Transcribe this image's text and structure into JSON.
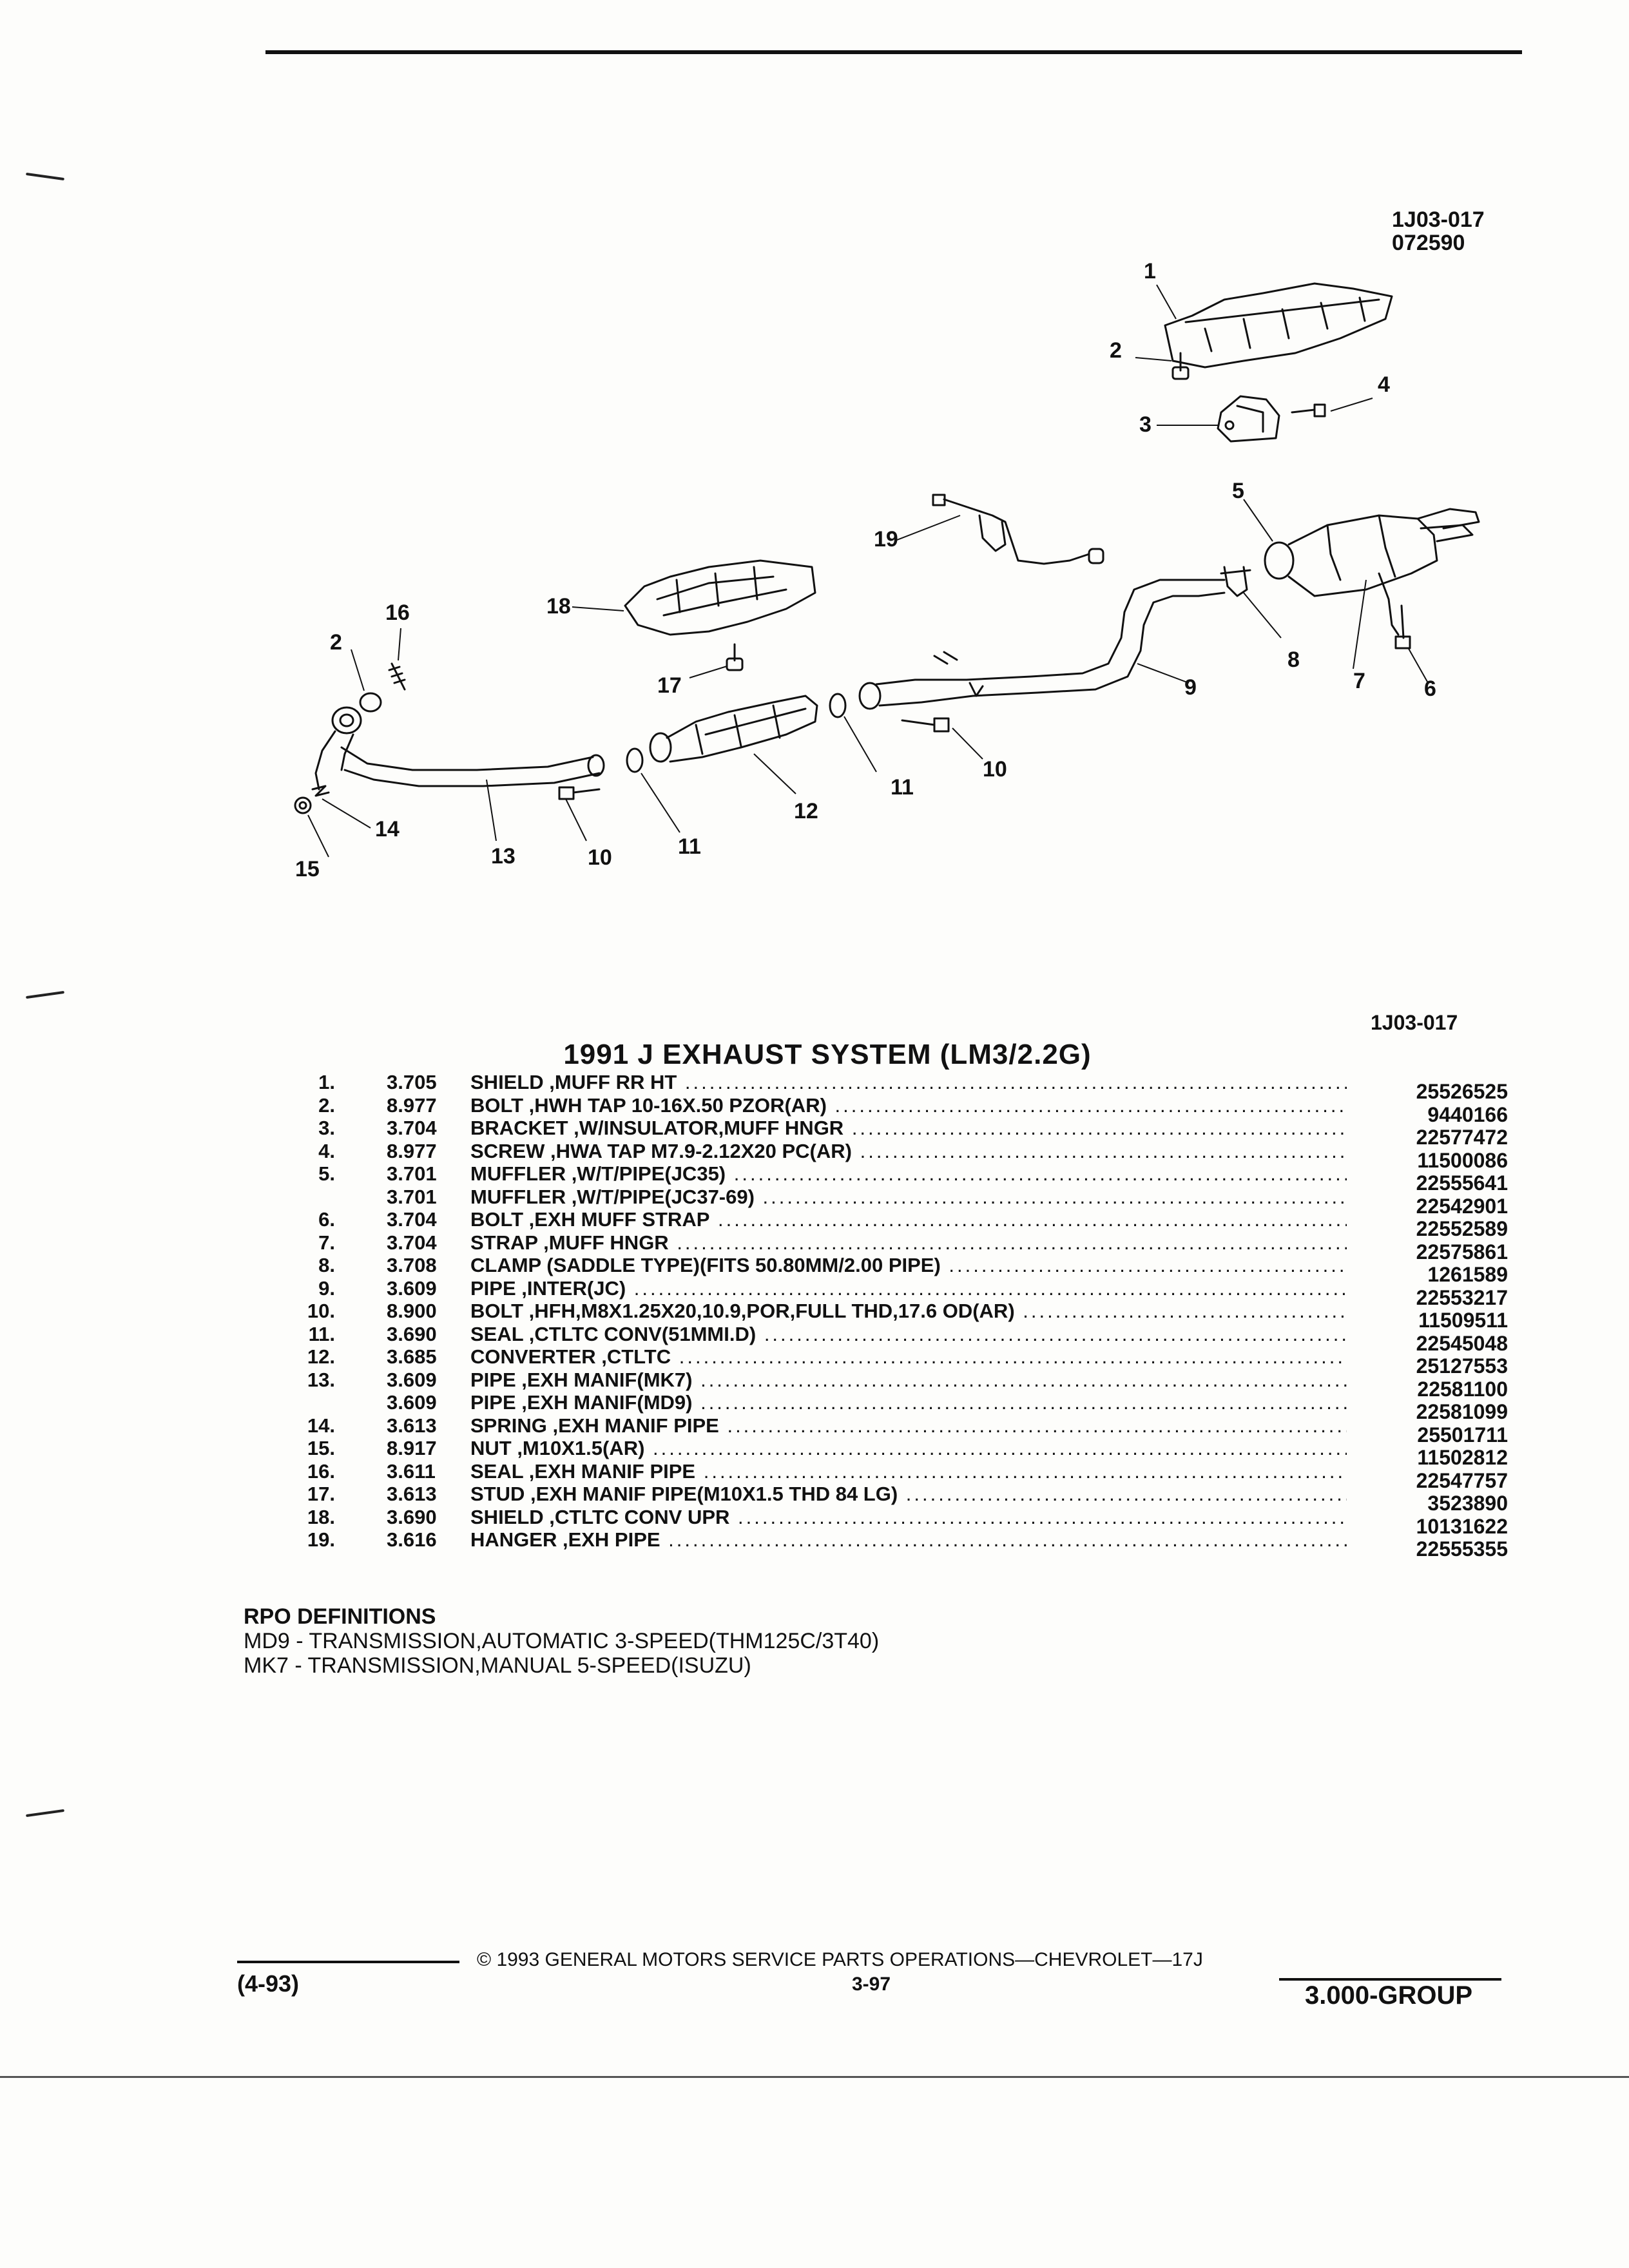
{
  "header": {
    "illustration_code": "1J03-017",
    "illustration_date": "072590"
  },
  "diagram": {
    "callouts": [
      "1",
      "2",
      "3",
      "4",
      "5",
      "19",
      "18",
      "17",
      "16",
      "2",
      "15",
      "14",
      "13",
      "10",
      "11",
      "12",
      "11",
      "10",
      "9",
      "8",
      "7",
      "6"
    ]
  },
  "figure_ref": "1J03-017",
  "title": "1991 J EXHAUST SYSTEM (LM3/2.2G)",
  "parts": [
    {
      "ref": "1.",
      "group": "3.705",
      "desc": "SHIELD ,MUFF RR HT",
      "part": "25526525"
    },
    {
      "ref": "2.",
      "group": "8.977",
      "desc": "BOLT ,HWH TAP 10-16X.50 PZOR(AR)",
      "part": "9440166"
    },
    {
      "ref": "3.",
      "group": "3.704",
      "desc": "BRACKET ,W/INSULATOR,MUFF HNGR",
      "part": "22577472"
    },
    {
      "ref": "4.",
      "group": "8.977",
      "desc": "SCREW ,HWA TAP M7.9-2.12X20 PC(AR)",
      "part": "11500086"
    },
    {
      "ref": "5.",
      "group": "3.701",
      "desc": "MUFFLER ,W/T/PIPE(JC35)",
      "part": "22555641"
    },
    {
      "ref": "",
      "group": "3.701",
      "desc": "MUFFLER ,W/T/PIPE(JC37-69)",
      "part": "22542901"
    },
    {
      "ref": "6.",
      "group": "3.704",
      "desc": "BOLT ,EXH MUFF STRAP",
      "part": "22552589"
    },
    {
      "ref": "7.",
      "group": "3.704",
      "desc": "STRAP ,MUFF HNGR",
      "part": "22575861"
    },
    {
      "ref": "8.",
      "group": "3.708",
      "desc": "CLAMP (SADDLE TYPE)(FITS 50.80MM/2.00 PIPE)",
      "part": "1261589"
    },
    {
      "ref": "9.",
      "group": "3.609",
      "desc": "PIPE ,INTER(JC)",
      "part": "22553217"
    },
    {
      "ref": "10.",
      "group": "8.900",
      "desc": "BOLT ,HFH,M8X1.25X20,10.9,POR,FULL THD,17.6 OD(AR)",
      "part": "11509511"
    },
    {
      "ref": "11.",
      "group": "3.690",
      "desc": "SEAL ,CTLTC CONV(51MMI.D)",
      "part": "22545048"
    },
    {
      "ref": "12.",
      "group": "3.685",
      "desc": "CONVERTER ,CTLTC",
      "part": "25127553"
    },
    {
      "ref": "13.",
      "group": "3.609",
      "desc": "PIPE ,EXH MANIF(MK7)",
      "part": "22581100"
    },
    {
      "ref": "",
      "group": "3.609",
      "desc": "PIPE ,EXH MANIF(MD9)",
      "part": "22581099"
    },
    {
      "ref": "14.",
      "group": "3.613",
      "desc": "SPRING ,EXH MANIF PIPE",
      "part": "25501711"
    },
    {
      "ref": "15.",
      "group": "8.917",
      "desc": "NUT ,M10X1.5(AR)",
      "part": "11502812"
    },
    {
      "ref": "16.",
      "group": "3.611",
      "desc": "SEAL ,EXH MANIF PIPE",
      "part": "22547757"
    },
    {
      "ref": "17.",
      "group": "3.613",
      "desc": "STUD ,EXH MANIF PIPE(M10X1.5 THD 84 LG)",
      "part": "3523890"
    },
    {
      "ref": "18.",
      "group": "3.690",
      "desc": "SHIELD ,CTLTC CONV UPR",
      "part": "10131622"
    },
    {
      "ref": "19.",
      "group": "3.616",
      "desc": "HANGER ,EXH PIPE",
      "part": "22555355"
    }
  ],
  "rpo": {
    "heading": "RPO DEFINITIONS",
    "lines": [
      "MD9 - TRANSMISSION,AUTOMATIC 3-SPEED(THM125C/3T40)",
      "MK7 - TRANSMISSION,MANUAL 5-SPEED(ISUZU)"
    ]
  },
  "footer": {
    "copyright": "© 1993 GENERAL MOTORS SERVICE PARTS OPERATIONS—CHEVROLET—17J",
    "date_code": "(4-93)",
    "page_number": "3-97",
    "group": "3.000-GROUP"
  }
}
